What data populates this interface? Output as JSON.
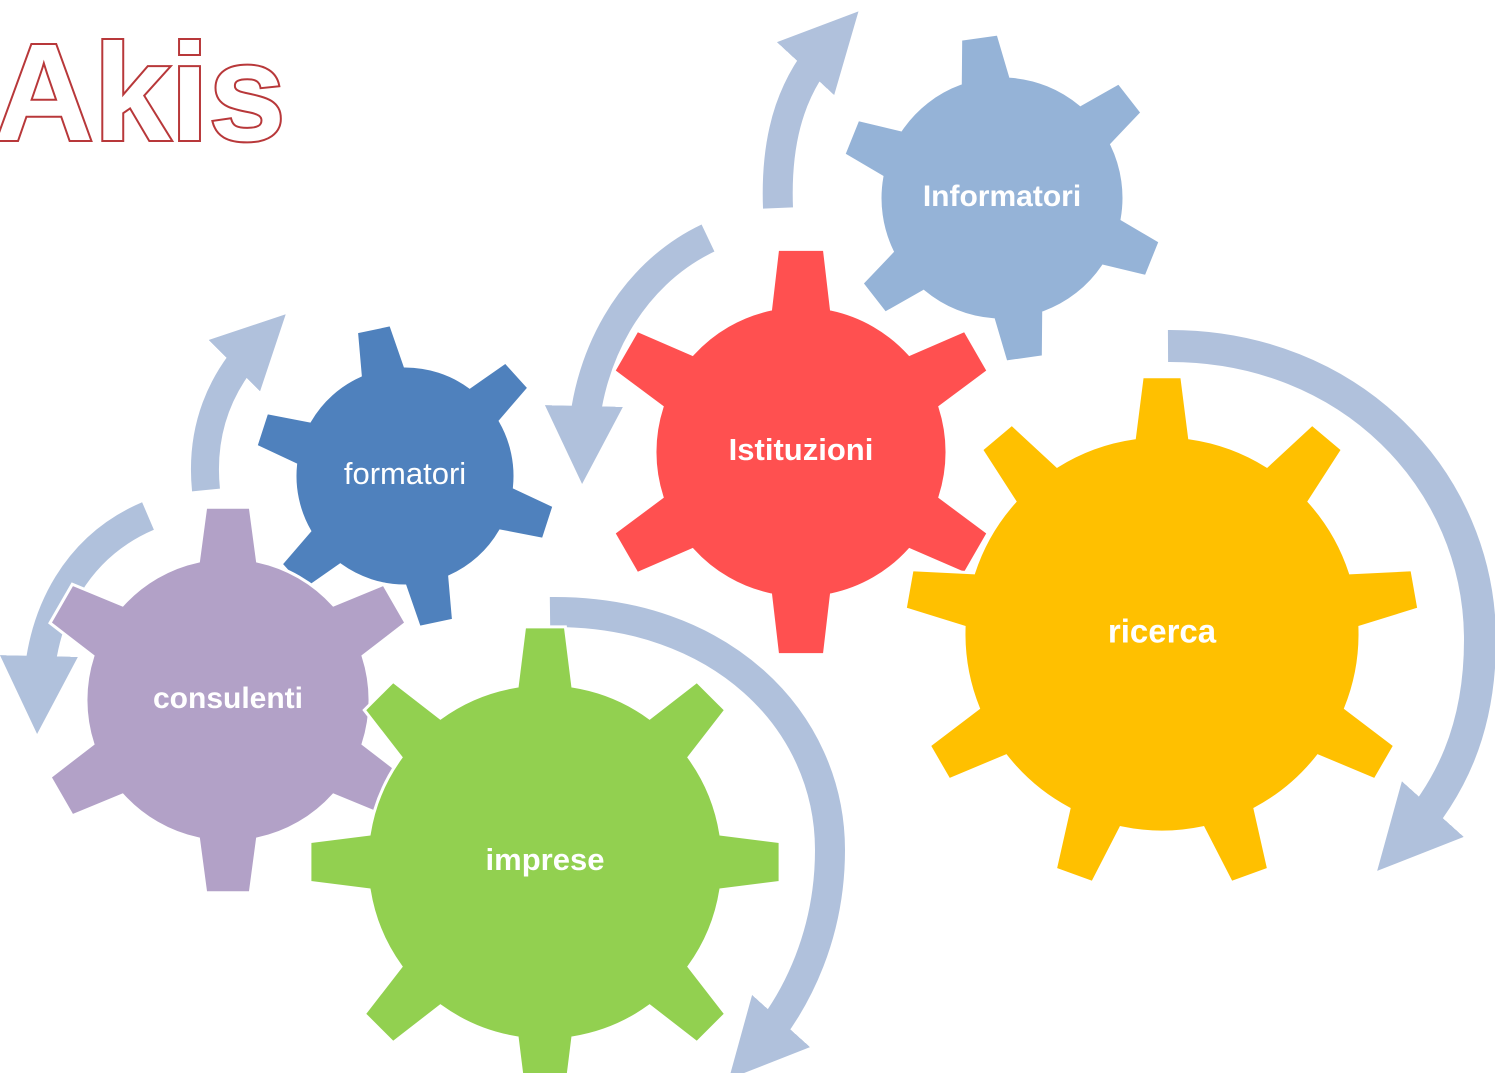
{
  "title": "Akis",
  "colors": {
    "title_stroke": "#b8383a",
    "title_fill": "#ffffff",
    "arrow": "#b0c1dc"
  },
  "gears": [
    {
      "id": "informatori",
      "label": "Informatori",
      "color": "#95b3d7",
      "bold": true
    },
    {
      "id": "istituzioni",
      "label": "Istituzioni",
      "color": "#ff5050",
      "bold": true
    },
    {
      "id": "formatori",
      "label": "formatori",
      "color": "#4f81bd",
      "bold": false
    },
    {
      "id": "consulenti",
      "label": "consulenti",
      "color": "#b2a1c7",
      "bold": true
    },
    {
      "id": "imprese",
      "label": "imprese",
      "color": "#92d050",
      "bold": true
    },
    {
      "id": "ricerca",
      "label": "ricerca",
      "color": "#ffc000",
      "bold": true
    }
  ]
}
